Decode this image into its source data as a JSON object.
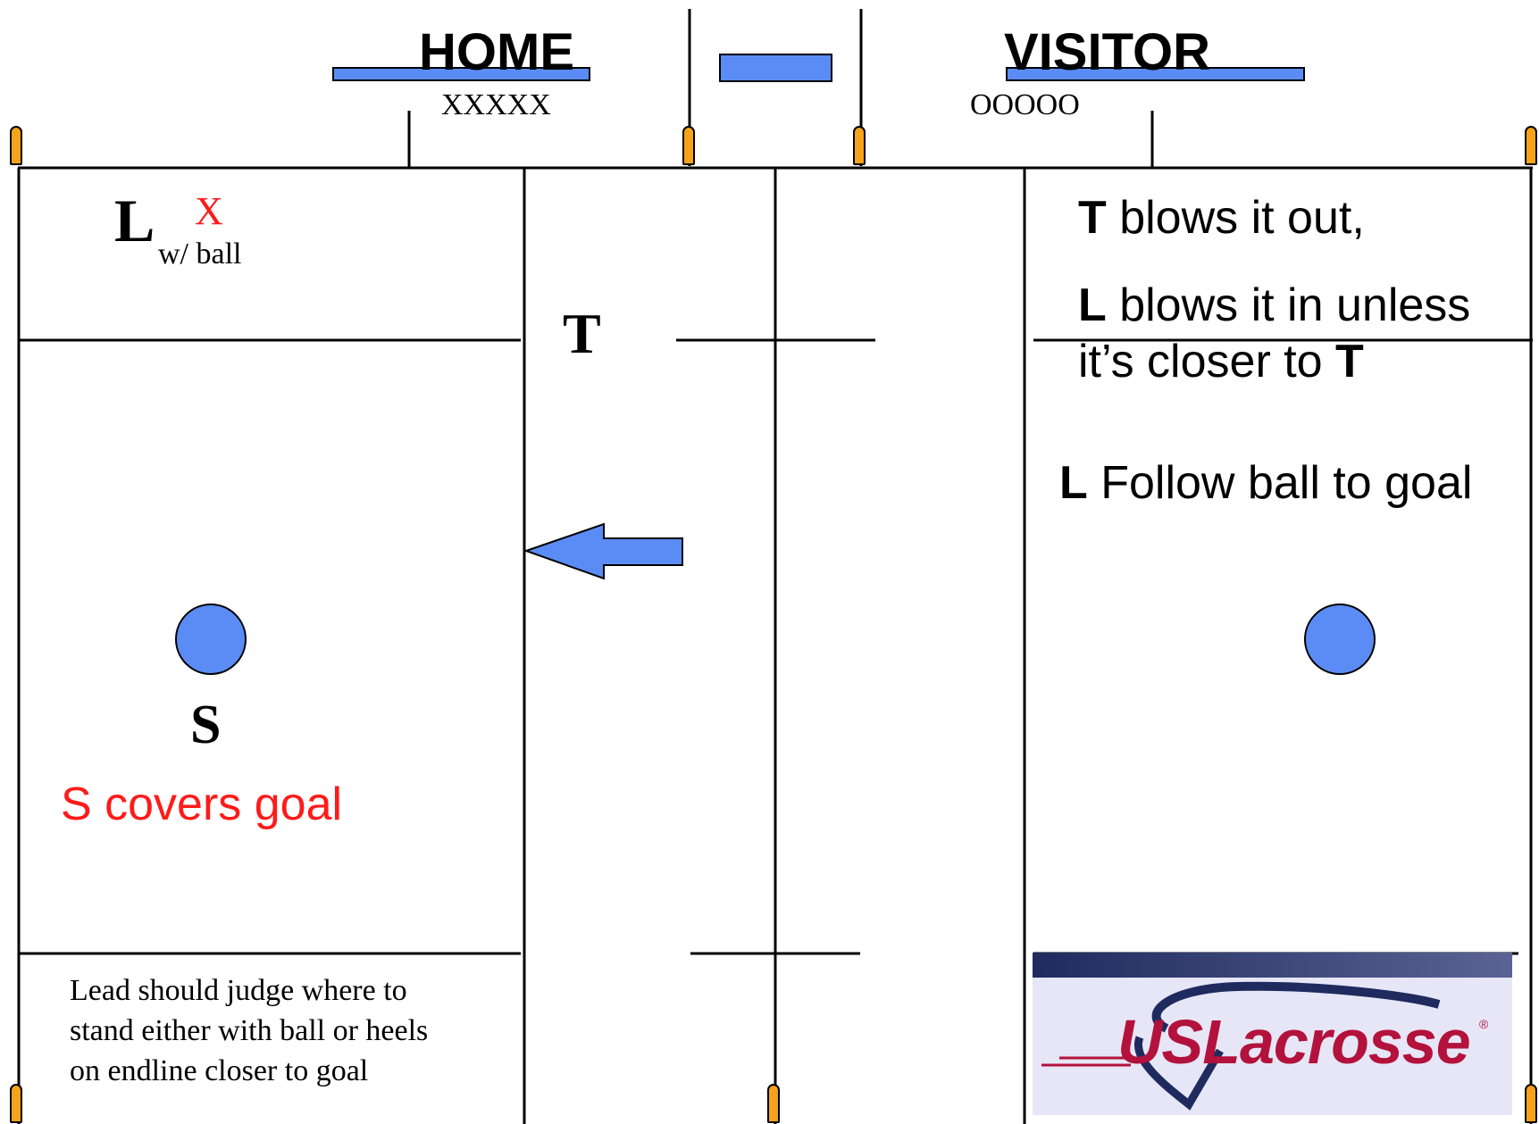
{
  "header": {
    "home_label": "HOME",
    "visitor_label": "VISITOR",
    "home_players": "XXXXX",
    "visitor_players": "OOOOO"
  },
  "officials": {
    "lead_label": "L",
    "lead_marker": "X",
    "lead_caption": "w/ ball",
    "trail_label": "T",
    "single_label": "S"
  },
  "notes": {
    "s_covers_goal": "S covers goal",
    "t_prefix": "T",
    "t_blows_out": " blows it out,",
    "l_prefix": "L",
    "l_blows_in_line1": " blows it in unless",
    "l_blows_in_line2": "it’s closer to ",
    "t_suffix": "T",
    "l_follow_prefix": "L",
    "l_follow_text": " Follow ball to goal",
    "lead_judgement": "Lead should judge where to stand either with ball or heels on endline closer to goal"
  },
  "logo": {
    "text": "USLacrosse",
    "reg": "®"
  },
  "colors": {
    "accent_blue": "#5b8cf5",
    "marker_red": "#ff1a1a",
    "pennant_orange": "#f7a21b",
    "logo_red": "#b3123c"
  }
}
